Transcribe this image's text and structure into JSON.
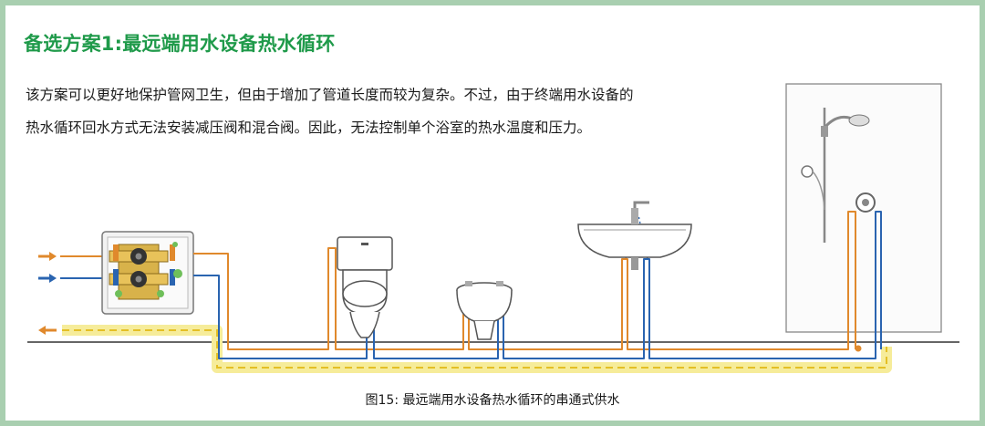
{
  "header": {
    "title": "备选方案1:最远端用水设备热水循环"
  },
  "description": {
    "line1": "该方案可以更好地保护管网卫生，但由于增加了管道长度而较为复杂。不过，由于终端用水设备的",
    "line2": "热水循环回水方式无法安装减压阀和混合阀。因此，无法控制单个浴室的热水温度和压力。"
  },
  "caption": {
    "text": "图15: 最远端用水设备热水循环的串通式供水"
  },
  "colors": {
    "hot": "#e0892c",
    "cold": "#2a64b0",
    "circulation": "#f0dc3e",
    "accent": "#1f9a4a",
    "frame": "#a9cfb0"
  },
  "icons": [
    "manifold-icon",
    "toilet-icon",
    "bidet-icon",
    "washbasin-icon",
    "shower-icon"
  ]
}
